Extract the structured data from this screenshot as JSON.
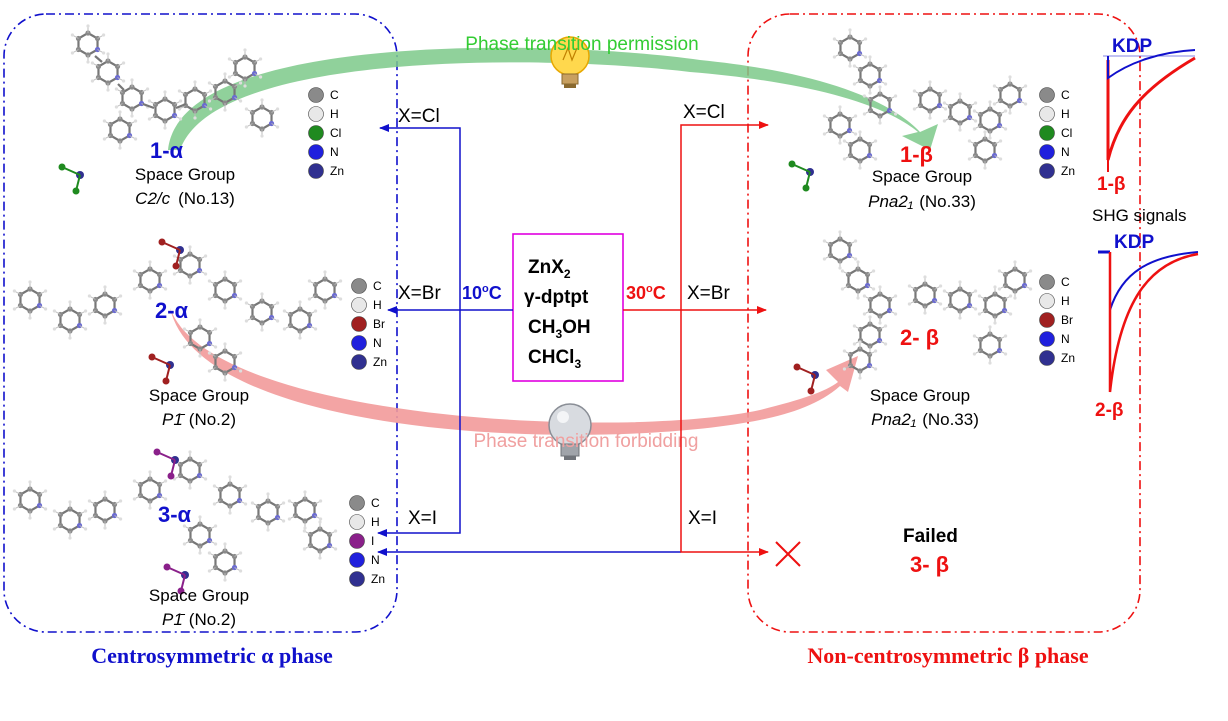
{
  "colors": {
    "alpha_blue": "#1010cc",
    "beta_red": "#ee1111",
    "box_magenta": "#e000e0",
    "green_arrow": "#7dc98a",
    "pink_arrow": "#f29a9a",
    "green_text": "#33cc33",
    "pink_text": "#f0a0a0"
  },
  "titles": {
    "alpha_phase": "Centrosymmetric  α phase",
    "beta_phase": "Non-centrosymmetric  β phase"
  },
  "transitions": {
    "permission": "Phase transition permission",
    "forbidding": "Phase transition forbidding"
  },
  "reactants": [
    "ZnX",
    "γ-dptpt",
    "CH",
    "OH",
    "CHCl"
  ],
  "reactant_subscripts": [
    "2",
    "3",
    "3"
  ],
  "temps": {
    "left": "10",
    "right": "30",
    "degree": "o",
    "unit": "C"
  },
  "halides": {
    "cl": "X=Cl",
    "br": "X=Br",
    "i": "X=I"
  },
  "compounds": [
    {
      "label": "1-α",
      "sg_title": "Space Group",
      "sg_symbol": "C2/c",
      "sg_number": "(No.13)"
    },
    {
      "label": "2-α",
      "sg_title": "Space Group",
      "sg_symbol": "P1̄",
      "sg_number": "(No.2)"
    },
    {
      "label": "3-α",
      "sg_title": "Space Group",
      "sg_symbol": "P1̄",
      "sg_number": "(No.2)"
    },
    {
      "label": "1-β",
      "sg_title": "Space Group",
      "sg_symbol": "Pna2₁",
      "sg_number": "(No.33)"
    },
    {
      "label": "2- β",
      "sg_title": "Space Group",
      "sg_symbol": "Pna2₁",
      "sg_number": "(No.33)"
    }
  ],
  "failed": {
    "text": "Failed",
    "label": "3- β"
  },
  "legends": {
    "cl": [
      "C",
      "H",
      "Cl",
      "N",
      "Zn"
    ],
    "br": [
      "C",
      "H",
      "Br",
      "N",
      "Zn"
    ],
    "i": [
      "C",
      "H",
      "I",
      "N",
      "Zn"
    ]
  },
  "shg": {
    "title": "SHG signals",
    "reference": "KDP",
    "sample1": "1-β",
    "sample2": "2-β"
  }
}
